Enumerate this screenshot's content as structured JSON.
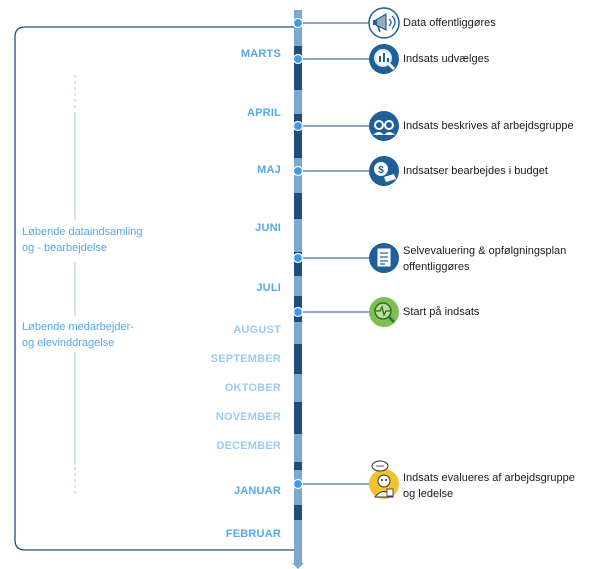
{
  "diagram": {
    "months": [
      {
        "label": "MARTS",
        "faded": false
      },
      {
        "label": "APRIL",
        "faded": false
      },
      {
        "label": "MAJ",
        "faded": false
      },
      {
        "label": "JUNI",
        "faded": false
      },
      {
        "label": "JULI",
        "faded": false
      },
      {
        "label": "AUGUST",
        "faded": true
      },
      {
        "label": "SEPTEMBER",
        "faded": true
      },
      {
        "label": "OKTOBER",
        "faded": true
      },
      {
        "label": "NOVEMBER",
        "faded": true
      },
      {
        "label": "DECEMBER",
        "faded": true
      },
      {
        "label": "JANUAR",
        "faded": false
      },
      {
        "label": "FEBRUAR",
        "faded": false
      }
    ],
    "side_notes": {
      "data_collection": {
        "line1": "Løbende dataindsamling",
        "line2": "og - bearbejdelse"
      },
      "staff_involvement": {
        "line1": "Løbende medarbejder-",
        "line2": "og elevinddragelse"
      }
    },
    "events": [
      {
        "icon": "megaphone-icon",
        "line1": "Data offentliggøres",
        "line2": ""
      },
      {
        "icon": "chart-magnifier-icon",
        "line1": "Indsats udvælges",
        "line2": ""
      },
      {
        "icon": "people-discussion-icon",
        "line1": "Indsats beskrives af arbejdsgruppe",
        "line2": ""
      },
      {
        "icon": "money-bag-icon",
        "line1": "Indsatser bearbejdes i budget",
        "line2": ""
      },
      {
        "icon": "document-icon",
        "line1": "Selvevaluering & opfølgningsplan",
        "line2": "offentliggøres"
      },
      {
        "icon": "heartbeat-magnifier-icon",
        "line1": "Start på indsats",
        "line2": ""
      },
      {
        "icon": "evaluator-person-icon",
        "line1": "Indsats evalueres af arbejdsgruppe",
        "line2": "og ledelse"
      }
    ],
    "colors": {
      "axis_dark": "#1f4e79",
      "axis_light": "#7ea7d2",
      "accent_blue": "#55a9e6",
      "light_blue": "#9ccaf0",
      "marker": "#3d9ae8",
      "icon_blue": "#1f5f9a",
      "icon_green": "#7dbf52",
      "icon_yellow": "#f2c22c"
    }
  }
}
